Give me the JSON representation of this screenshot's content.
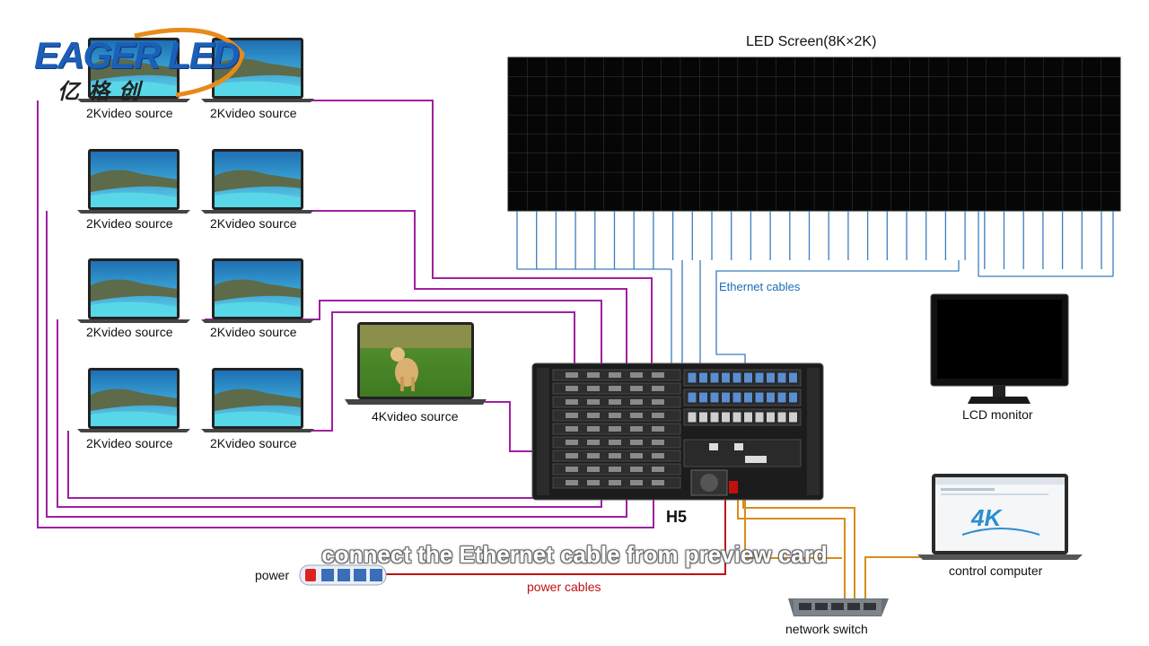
{
  "brand": {
    "name": "EAGER LED",
    "chinese": "亿格创"
  },
  "screen": {
    "label": "LED Screen(8K×2K)"
  },
  "sources": {
    "label_2k": "2Kvideo source",
    "label_4k": "4Kvideo source"
  },
  "processor": {
    "label": "H5"
  },
  "monitor": {
    "label": "LCD monitor"
  },
  "computer": {
    "label": "control computer",
    "screen_text": "4K"
  },
  "switch": {
    "label": "network switch"
  },
  "power": {
    "label": "power"
  },
  "cables": {
    "ethernet": "Ethernet cables",
    "power": "power cables"
  },
  "subtitle": "connect the Ethernet cable from preview card",
  "colors": {
    "video_cable": "#a020a0",
    "ethernet_cable": "#3a7dc0",
    "network_cable": "#d98c1a",
    "power_cable": "#c01010",
    "logo_blue": "#1b5fb8",
    "logo_orange": "#e88a1a"
  }
}
